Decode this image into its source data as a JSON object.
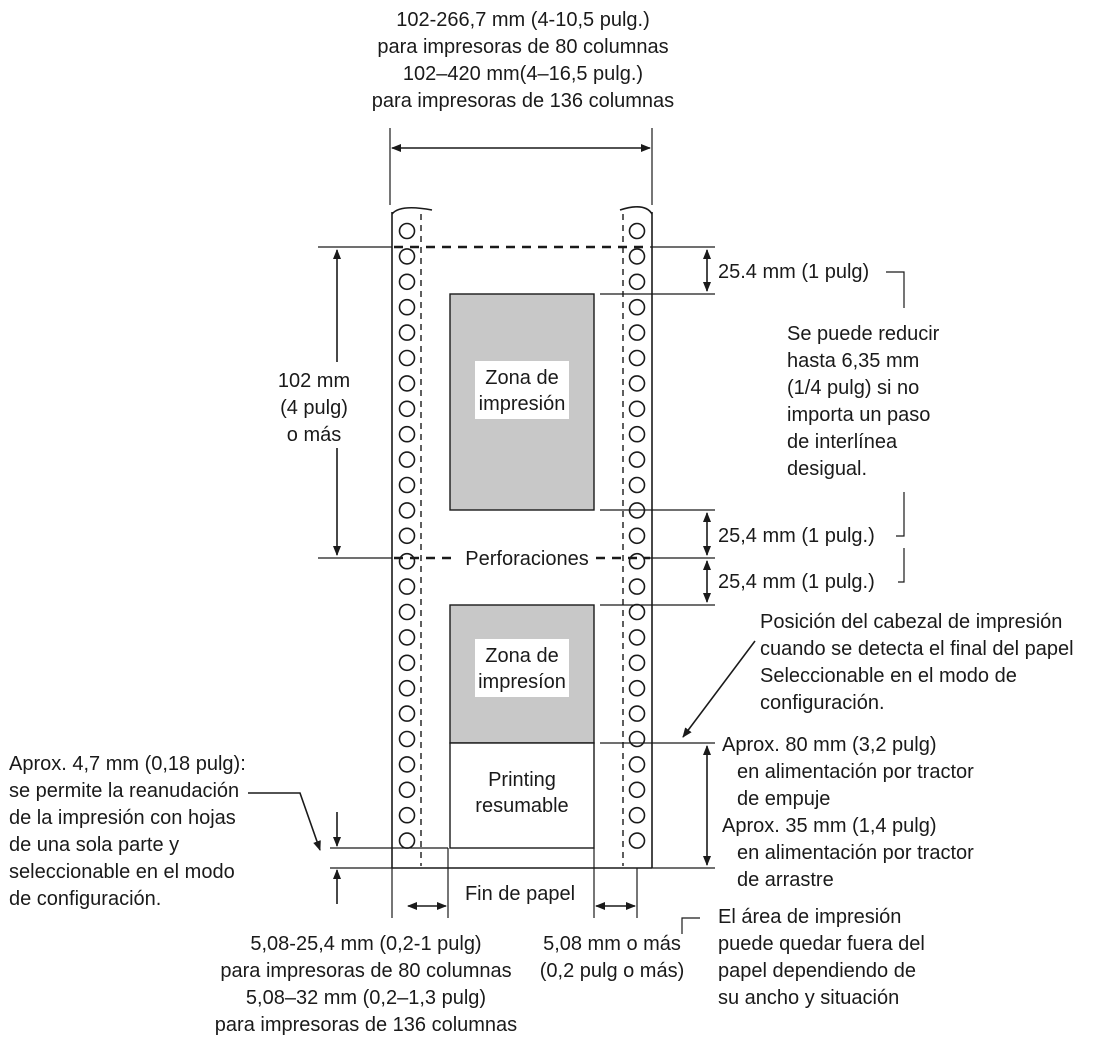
{
  "top_width": {
    "line1": "102-266,7 mm (4-10,5 pulg.)",
    "line2": "para impresoras de 80 columnas",
    "line3": "102–420 mm(4–16,5 pulg.)",
    "line4": "para impresoras de 136 columnas"
  },
  "left_height": {
    "line1": "102 mm",
    "line2": "(4 pulg)",
    "line3": "o más"
  },
  "zones": {
    "zone1_line1": "Zona de",
    "zone1_line2": "impresión",
    "zone2_line1": "Zona de",
    "zone2_line2": "impresíon",
    "resumable_line1": "Printing",
    "resumable_line2": "resumable"
  },
  "perforation_label": "Perforaciones",
  "end_label": "Fin de papel",
  "margins": {
    "top_margin": "25.4 mm (1 pulg)",
    "reduce_note": [
      "Se puede reducir",
      "hasta 6,35 mm",
      "(1/4 pulg) si no",
      "importa un paso",
      "de interlínea",
      "desigual."
    ],
    "bottom_margin_1": "25,4 mm (1 pulg.)",
    "bottom_margin_2": "25,4 mm (1 pulg.)"
  },
  "head_position": [
    "Posición del cabezal de impresión",
    "cuando se detecta el final del papel",
    "Seleccionable en el modo de",
    "configuración."
  ],
  "approx_right": [
    "Aprox. 80 mm (3,2 pulg)",
    "en alimentación por tractor",
    "de empuje",
    "Aprox. 35 mm (1,4 pulg)",
    "en alimentación por tractor",
    "de arrastre"
  ],
  "approx_left": [
    "Aprox. 4,7 mm (0,18 pulg):",
    "se permite la reanudación",
    "de la impresión con hojas",
    "de una sola parte y",
    "seleccionable en el modo",
    "de configuración."
  ],
  "bottom_left": [
    "5,08-25,4 mm (0,2-1 pulg)",
    "para impresoras de 80  columnas",
    "5,08–32 mm (0,2–1,3 pulg)",
    "para impresoras de 136 columnas"
  ],
  "bottom_mid": [
    "5,08 mm o más",
    "(0,2 pulg o más)"
  ],
  "bottom_right": [
    "El área de impresión",
    "puede quedar fuera del",
    "papel dependiendo de",
    "su ancho y situación"
  ]
}
